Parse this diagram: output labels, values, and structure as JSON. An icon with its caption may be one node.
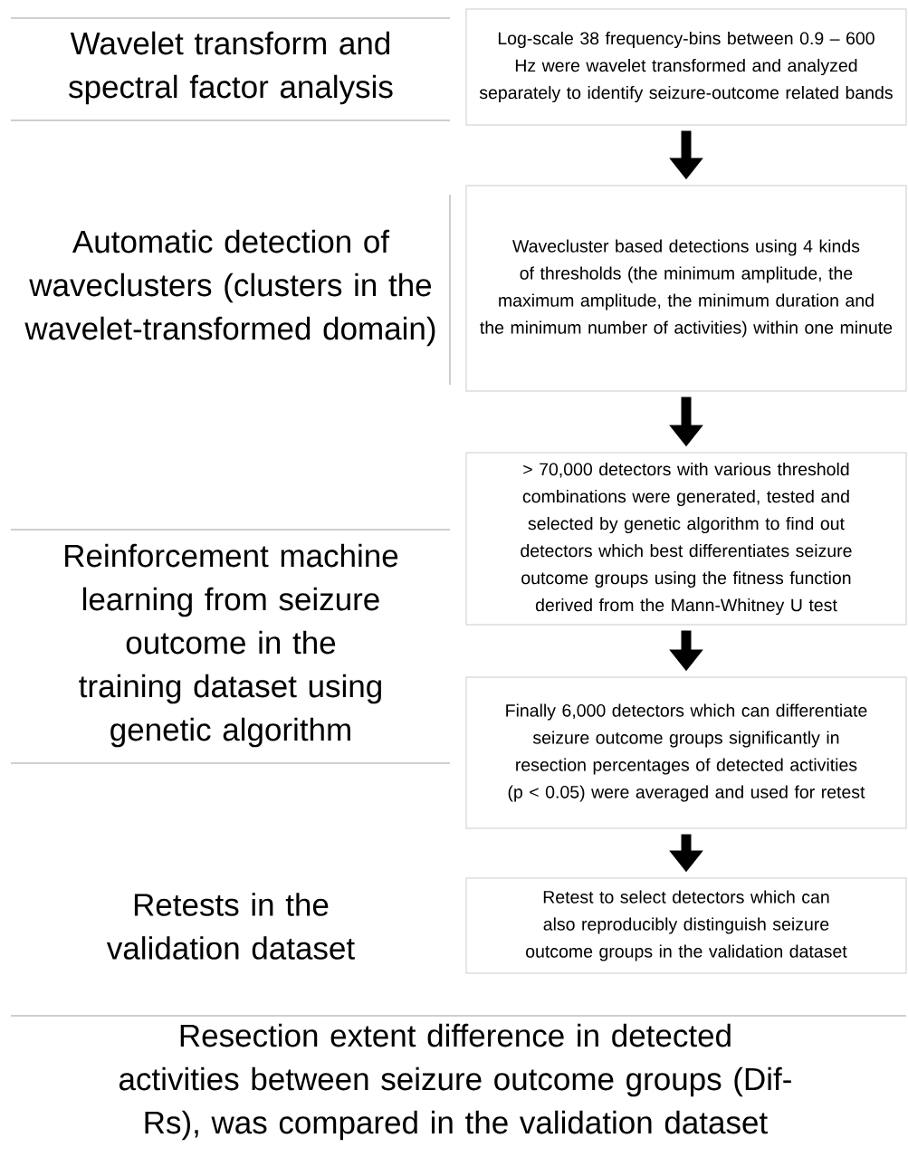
{
  "diagram": {
    "nodes": [
      {
        "text": [
          "Log-scale 38 frequency-bins between 0.9 – 600 Hz were wavelet transformed and analyzed separately to identify seizure-outcome related bands"
        ]
      },
      {
        "text": [
          "Wavecluster based detections using 4 kinds of thresholds (the minimum amplitude, the maximum amplitude, the minimum duration and the minimum number of activities) within one minute"
        ]
      },
      {
        "text": [
          "> 70,000 detectors with various threshold combinations were generated, tested and selected by genetic algorithm to find out detectors which best differentiates seizure outcome groups using the fitness function derived from the Mann-Whitney U test"
        ]
      },
      {
        "text": [
          "Finally 6,000 detectors which can differentiate seizure outcome groups significantly in resection percentages of detected activities (p < 0.05) were averaged and used for retest"
        ]
      },
      {
        "text": [
          "Retest to select detectors which can also reproducibly distinguish seizure outcome groups in the validation dataset"
        ]
      }
    ],
    "edges": [
      {
        "from": 0,
        "to": 1,
        "arrow": "to"
      },
      {
        "from": 1,
        "to": 2,
        "arrow": "to"
      },
      {
        "from": 2,
        "to": 3,
        "arrow": "to"
      },
      {
        "from": 3,
        "to": 4,
        "arrow": "to"
      }
    ],
    "labels": [
      "Wavelet transform and spectral factor analysis",
      "Automatic detection of waveclusters (clusters in the wavelet-transformed domain)",
      "Reinforcement machine learning from seizure outcome in the training dataset using genetic algorithm",
      "Retests in the validation dataset",
      "Resection extent difference in detected activities between seizure outcome groups (Dif-Rs), was compared in the validation dataset"
    ]
  }
}
